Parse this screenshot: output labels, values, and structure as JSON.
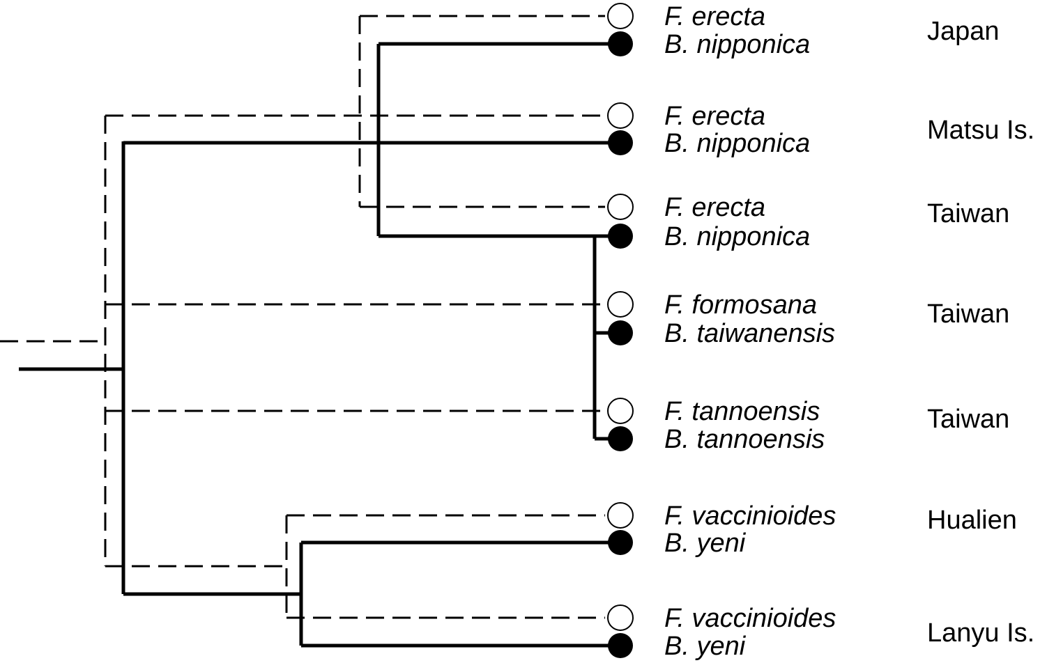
{
  "pairs": [
    {
      "fig": "F. erecta",
      "wasp": "B. nipponica",
      "region": "Japan"
    },
    {
      "fig": "F. erecta",
      "wasp": "B. nipponica",
      "region": "Matsu Is."
    },
    {
      "fig": "F. erecta",
      "wasp": "B. nipponica",
      "region": "Taiwan"
    },
    {
      "fig": "F. formosana",
      "wasp": "B. taiwanensis",
      "region": "Taiwan"
    },
    {
      "fig": "F. tannoensis",
      "wasp": "B. tannoensis",
      "region": "Taiwan"
    },
    {
      "fig": "F. vaccinioides",
      "wasp": "B. yeni",
      "region": "Hualien"
    },
    {
      "fig": "F. vaccinioides",
      "wasp": "B. yeni",
      "region": "Lanyu Is."
    }
  ],
  "legend_symbols": {
    "fig": "open-circle",
    "wasp": "filled-circle"
  },
  "colors": {
    "line": "#000000",
    "background": "#ffffff"
  }
}
